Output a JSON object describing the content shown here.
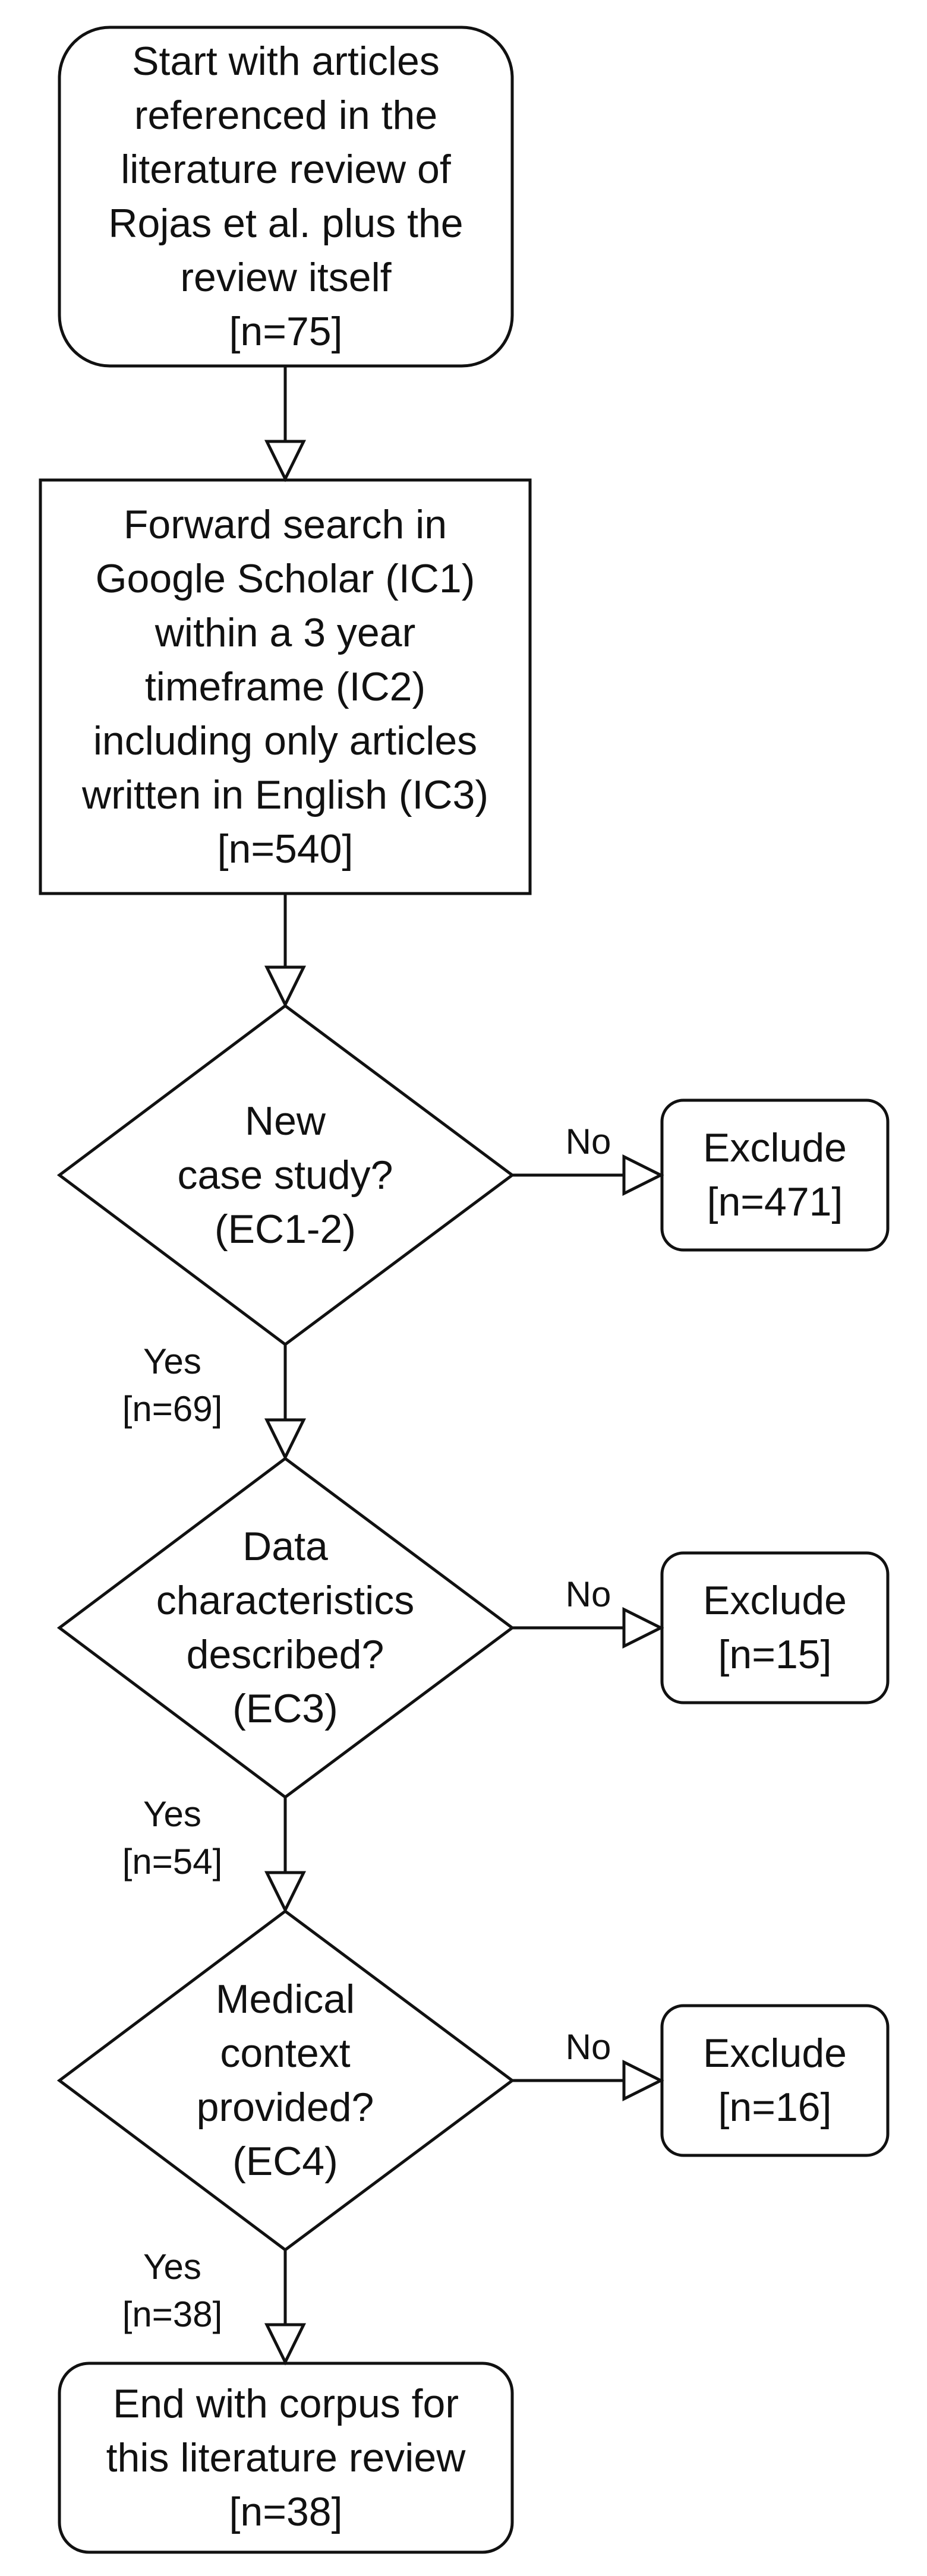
{
  "nodes": {
    "start": "Start with articles\nreferenced in the\nliterature review of\nRojas et al. plus the\nreview itself\n[n=75]",
    "forward_search": "Forward search in\nGoogle Scholar (IC1)\nwithin a 3 year\ntimeframe (IC2)\nincluding only articles\nwritten in English (IC3)\n[n=540]",
    "decision_1": "New\ncase study?\n(EC1-2)",
    "decision_2": "Data\ncharacteristics\ndescribed?\n(EC3)",
    "decision_3": "Medical\ncontext\nprovided?\n(EC4)",
    "exclude_1": "Exclude\n[n=471]",
    "exclude_2": "Exclude\n[n=15]",
    "exclude_3": "Exclude\n[n=16]",
    "end": "End with corpus for\nthis literature review\n[n=38]"
  },
  "edges": {
    "no_label": "No",
    "yes_1": "Yes\n[n=69]",
    "yes_2": "Yes\n[n=54]",
    "yes_3": "Yes\n[n=38]"
  }
}
